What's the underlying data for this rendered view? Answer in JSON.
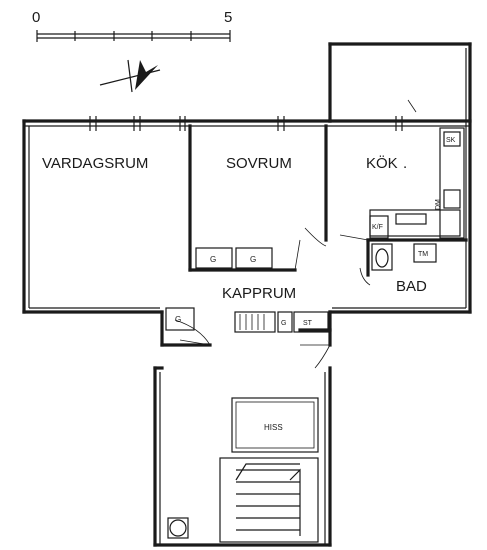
{
  "scale_bar": {
    "start": "0",
    "end": "5"
  },
  "rooms": {
    "vardagsrum": "VARDAGSRUM",
    "sovrum": "SOVRUM",
    "kok": "KÖK",
    "kok_mark": ".",
    "kapprum": "KAPPRUM",
    "bad": "BAD",
    "hiss": "HISS"
  },
  "fixtures": {
    "sk": "SK",
    "g1": "G",
    "g2": "G",
    "g3": "G",
    "g4": "G",
    "st": "ST",
    "ds": "DM",
    "kf": "K/F",
    "tm": "TM"
  }
}
